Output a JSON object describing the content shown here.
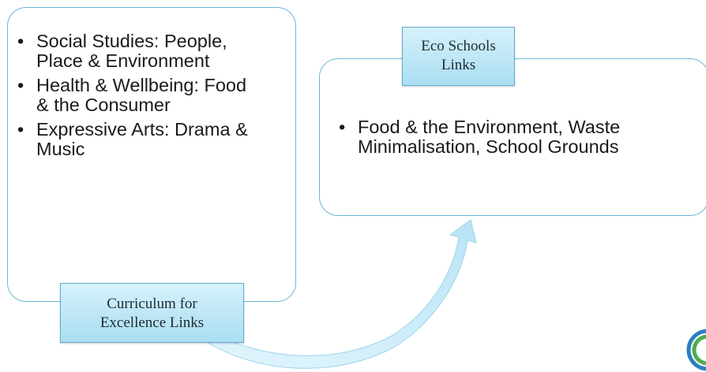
{
  "left_panel": {
    "items": [
      "Social Studies: People, Place & Environment",
      "Health & Wellbeing: Food & the Consumer",
      "Expressive Arts: Drama & Music"
    ],
    "label": "Curriculum for Excellence Links",
    "label_lines": [
      "Curriculum for",
      "Excellence Links"
    ]
  },
  "right_panel": {
    "items": [
      "Food & the Environment, Waste Minimalisation, School Grounds"
    ],
    "label": "Eco Schools Links",
    "label_lines": [
      "Eco Schools",
      "Links"
    ]
  },
  "colors": {
    "panel_border": "#6ab7d6",
    "label_fill": "#bde6f6",
    "arrow_fill": "#cdeefb",
    "logo_green": "#4cae4c",
    "logo_blue": "#2b7fc0"
  },
  "icons": {
    "corner_logo": "circular-logo-icon"
  }
}
